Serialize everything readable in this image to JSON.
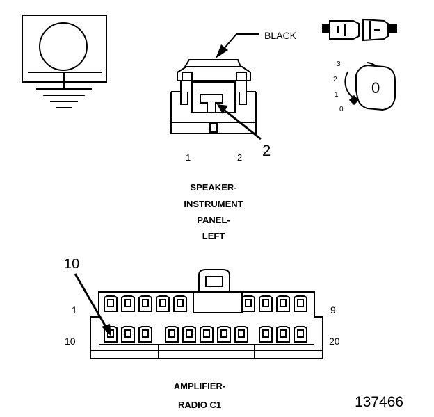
{
  "ground_icon": {
    "name": "ohmmeter-ground-icon"
  },
  "speaker_connector": {
    "color_label": "BLACK",
    "callout_number": "2",
    "pin_labels": [
      "1",
      "2"
    ],
    "title_lines": [
      "SPEAKER-",
      "INSTRUMENT",
      "PANEL-",
      "LEFT"
    ]
  },
  "ignition_key": {
    "icon": "ignition-key-icon",
    "positions": [
      "3",
      "2",
      "1",
      "0"
    ],
    "key_label": "0"
  },
  "plug_icon": {
    "name": "disconnect-plug-icon"
  },
  "amplifier_connector": {
    "callout_number": "10",
    "row_labels_left": [
      "1",
      "10"
    ],
    "row_labels_right": [
      "9",
      "20"
    ],
    "title_lines": [
      "AMPLIFIER-",
      "RADIO C1"
    ]
  },
  "figure_id": "137466"
}
